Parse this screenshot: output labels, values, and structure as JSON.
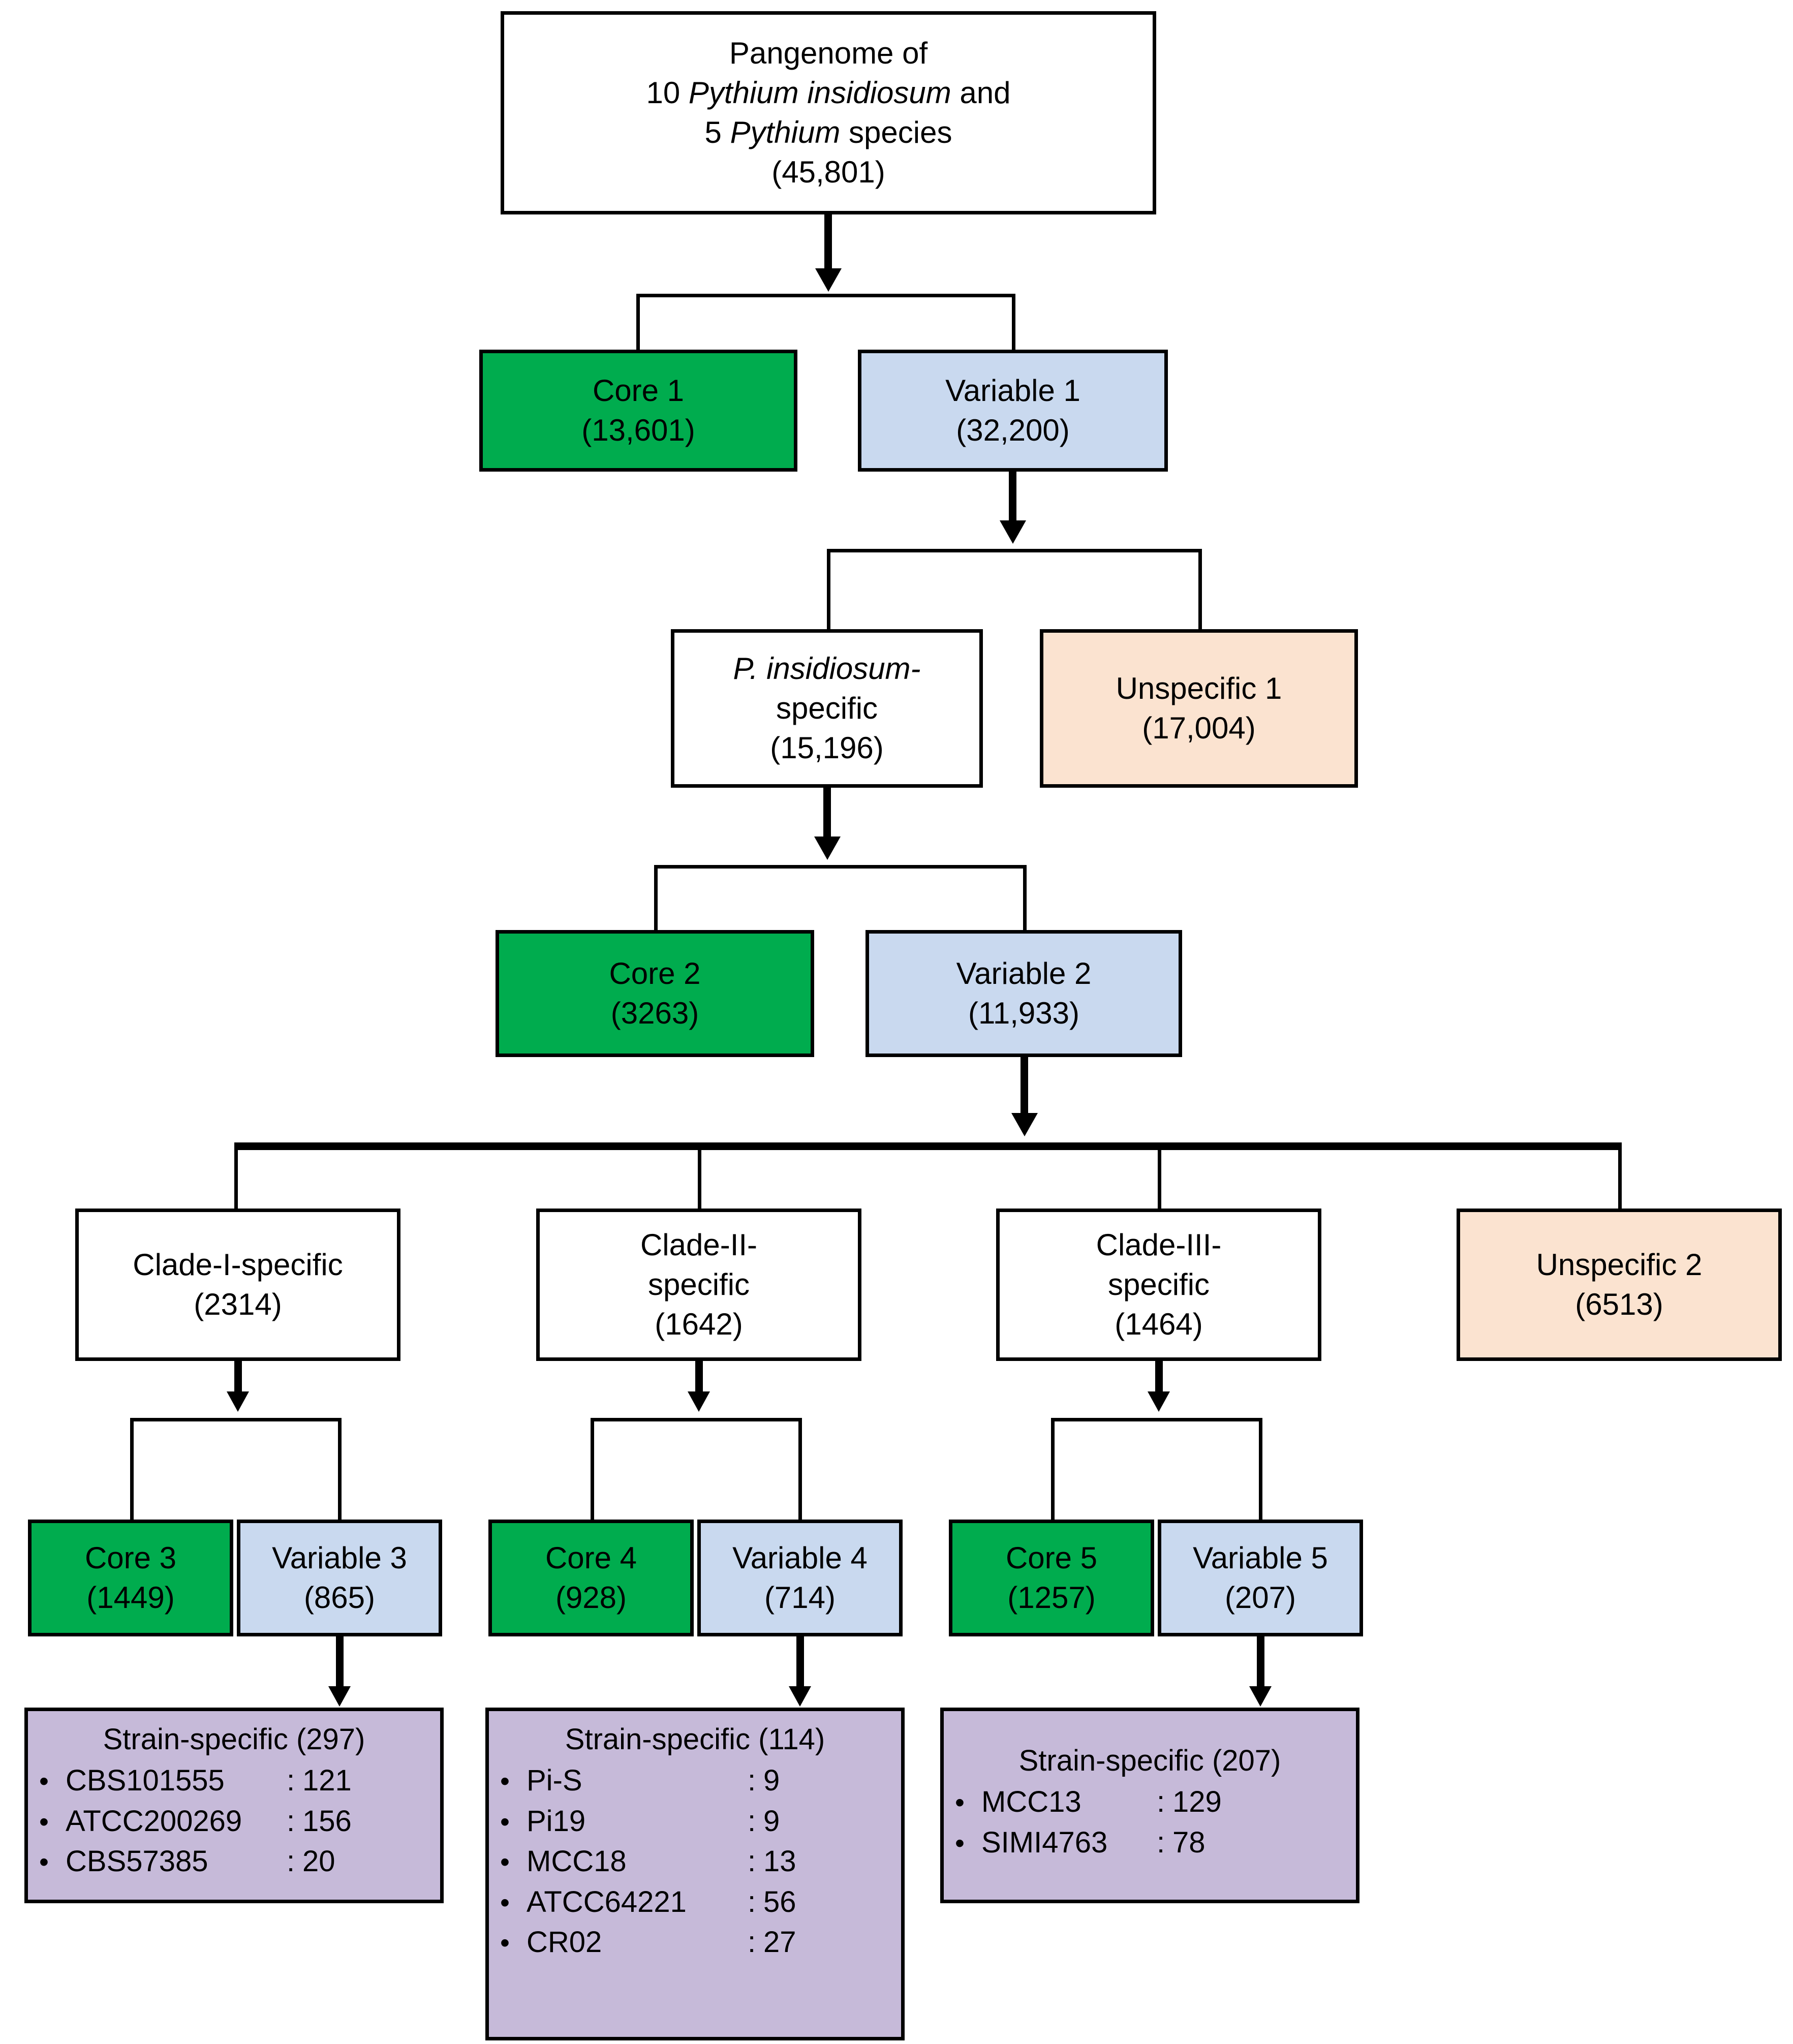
{
  "diagram": {
    "title_root": {
      "line1": "Pangenome of",
      "line2_pre": "10 ",
      "line2_it": "Pythium insidiosum",
      "line2_post": " and",
      "line3_pre": "5 ",
      "line3_it": "Pythium",
      "line3_post": " species",
      "line4": "(45,801)"
    },
    "nodes": {
      "core1": {
        "label": "Core 1",
        "count": "(13,601)",
        "color": "#00ac4e"
      },
      "variable1": {
        "label": "Variable 1",
        "count": "(32,200)",
        "color": "#c9d9ef"
      },
      "pi_specific": {
        "label_it": "P. insidiosum-",
        "label2": "specific",
        "count": "(15,196)",
        "color": "#ffffff"
      },
      "unspecific1": {
        "label": "Unspecific 1",
        "count": "(17,004)",
        "color": "#fbe3d0"
      },
      "core2": {
        "label": "Core 2",
        "count": "(3263)",
        "color": "#00ac4e"
      },
      "variable2": {
        "label": "Variable 2",
        "count": "(11,933)",
        "color": "#c9d9ef"
      },
      "clade1": {
        "label": "Clade-I-specific",
        "count": "(2314)",
        "color": "#ffffff"
      },
      "clade2_l1": {
        "label": "Clade-II-",
        "label2": "specific",
        "count": "(1642)",
        "color": "#ffffff"
      },
      "clade3_l1": {
        "label": "Clade-III-",
        "label2": "specific",
        "count": "(1464)",
        "color": "#ffffff"
      },
      "unspecific2": {
        "label": "Unspecific 2",
        "count": "(6513)",
        "color": "#fbe3d0"
      },
      "core3": {
        "label": "Core 3",
        "count": "(1449)",
        "color": "#00ac4e"
      },
      "variable3": {
        "label": "Variable 3",
        "count": "(865)",
        "color": "#c9d9ef"
      },
      "core4": {
        "label": "Core 4",
        "count": "(928)",
        "color": "#00ac4e"
      },
      "variable4": {
        "label": "Variable 4",
        "count": "(714)",
        "color": "#c9d9ef"
      },
      "core5": {
        "label": "Core 5",
        "count": "(1257)",
        "color": "#00ac4e"
      },
      "variable5": {
        "label": "Variable 5",
        "count": "(207)",
        "color": "#c9d9ef"
      }
    },
    "strain_boxes": [
      {
        "title": "Strain-specific (297)",
        "color": "#c6bad9",
        "rows": [
          {
            "bullet": "•",
            "name": "CBS101555",
            "colon": ":",
            "value": "121"
          },
          {
            "bullet": "•",
            "name": "ATCC200269",
            "colon": ":",
            "value": "156"
          },
          {
            "bullet": "•",
            "name": "CBS57385",
            "colon": ":",
            "value": "20"
          }
        ]
      },
      {
        "title": "Strain-specific (114)",
        "color": "#c6bad9",
        "rows": [
          {
            "bullet": "•",
            "name": "Pi-S",
            "colon": ":",
            "value": "9"
          },
          {
            "bullet": "•",
            "name": "Pi19",
            "colon": ":",
            "value": "9"
          },
          {
            "bullet": "•",
            "name": "MCC18",
            "colon": ":",
            "value": "13"
          },
          {
            "bullet": "•",
            "name": "ATCC64221",
            "colon": ":",
            "value": "56"
          },
          {
            "bullet": "•",
            "name": "CR02",
            "colon": ":",
            "value": "27"
          }
        ]
      },
      {
        "title": "Strain-specific (207)",
        "color": "#c6bad9",
        "rows": [
          {
            "bullet": "•",
            "name": "MCC13",
            "colon": ":",
            "value": "129"
          },
          {
            "bullet": "•",
            "name": "SIMI4763",
            "colon": ":",
            "value": "78"
          }
        ]
      }
    ]
  }
}
